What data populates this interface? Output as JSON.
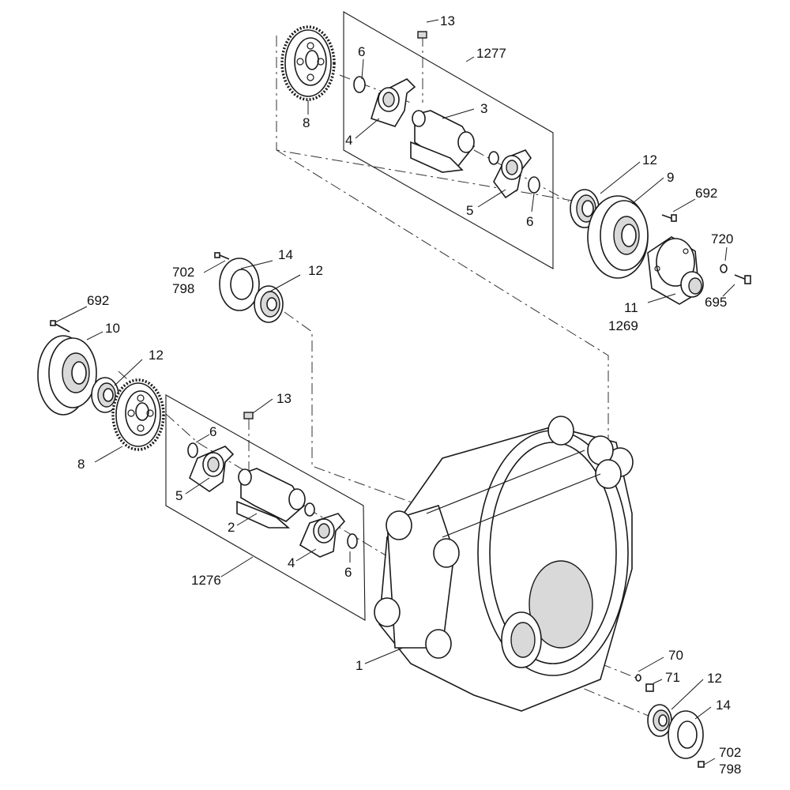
{
  "labels": {
    "l13_top": "13",
    "l1277": "1277",
    "l6_top": "6",
    "l3": "3",
    "l8_top": "8",
    "l4_top": "4",
    "l12_top": "12",
    "l9": "9",
    "l692_top": "692",
    "l5_top": "5",
    "l6_top2": "6",
    "l720": "720",
    "l695": "695",
    "l11": "11",
    "l1269": "1269",
    "l14_mid": "14",
    "l12_mid": "12",
    "l702_mid": "702",
    "l798_mid": "798",
    "l692_left": "692",
    "l10": "10",
    "l12_left": "12",
    "l13_low": "13",
    "l6_low": "6",
    "l8_low": "8",
    "l5_low": "5",
    "l2": "2",
    "l4_low": "4",
    "l6_low2": "6",
    "l1276": "1276",
    "l1": "1",
    "l70": "70",
    "l71": "71",
    "l12_bot": "12",
    "l14_bot": "14",
    "l702_bot": "702",
    "l798_bot": "798"
  }
}
